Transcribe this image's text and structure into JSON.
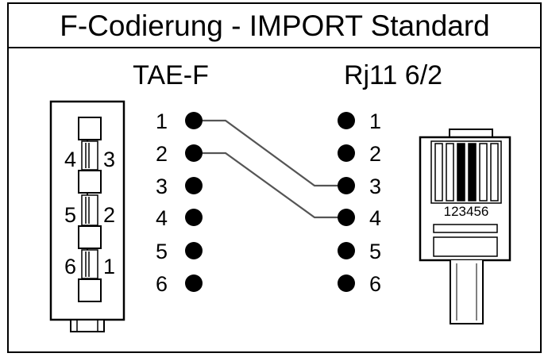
{
  "title": "F-Codierung - IMPORT Standard",
  "left_connector": {
    "label": "TAE-F",
    "pins": [
      "1",
      "2",
      "3",
      "4",
      "5",
      "6"
    ],
    "socket_labels": {
      "left": [
        "4",
        "5",
        "6"
      ],
      "right": [
        "3",
        "2",
        "1"
      ]
    }
  },
  "right_connector": {
    "label": "Rj11 6/2",
    "pins": [
      "1",
      "2",
      "3",
      "4",
      "5",
      "6"
    ],
    "plug_pin_numbers": "123456"
  },
  "wires": [
    {
      "from": "1",
      "to": "3"
    },
    {
      "from": "2",
      "to": "4"
    }
  ]
}
